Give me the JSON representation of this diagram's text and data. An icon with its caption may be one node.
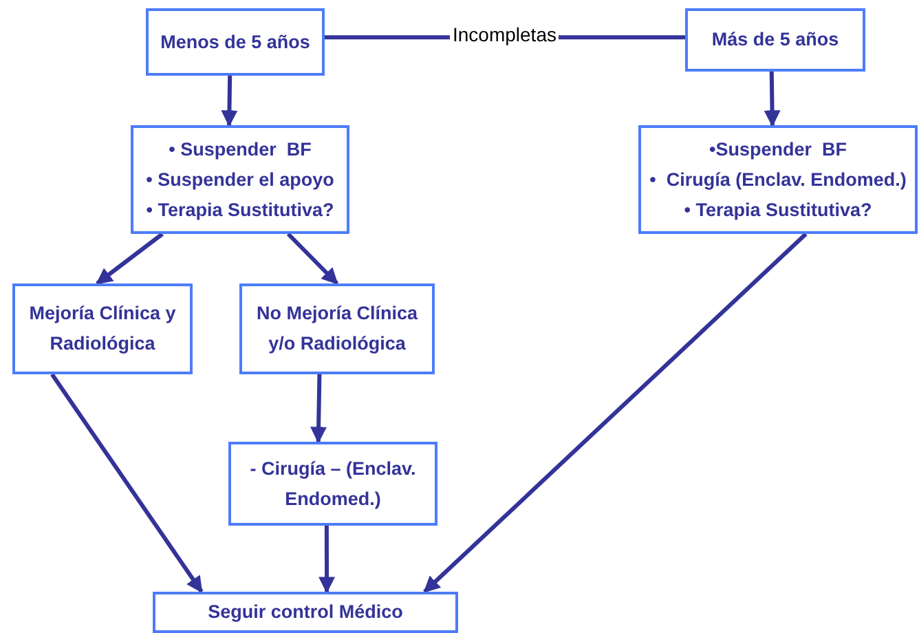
{
  "diagram": {
    "nodes": [
      {
        "text": [
          "Menos de 5 años"
        ]
      },
      {
        "text": [
          "Más de 5 años"
        ]
      },
      {
        "text": [
          "• Suspender  BF",
          "• Suspender el apoyo",
          "• Terapia Sustitutiva?"
        ]
      },
      {
        "text": [
          "•Suspender  BF",
          "•  Cirugía (Enclav. Endomed.)",
          "• Terapia Sustitutiva?"
        ]
      },
      {
        "text": [
          "Mejoría Clínica y Radiológica"
        ]
      },
      {
        "text": [
          "No Mejoría Clínica y/o Radiológica"
        ]
      },
      {
        "text": [
          "- Cirugía – (Enclav. Endomed.)"
        ]
      },
      {
        "text": [
          "Seguir control Médico"
        ]
      }
    ],
    "edges": [
      {
        "from": 0,
        "to": 1,
        "arrow": "none",
        "label": "Incompletas"
      },
      {
        "from": 0,
        "to": 2,
        "arrow": "to"
      },
      {
        "from": 1,
        "to": 3,
        "arrow": "to"
      },
      {
        "from": 2,
        "to": 4,
        "arrow": "to"
      },
      {
        "from": 2,
        "to": 5,
        "arrow": "to"
      },
      {
        "from": 5,
        "to": 6,
        "arrow": "to"
      },
      {
        "from": 4,
        "to": 7,
        "arrow": "to"
      },
      {
        "from": 6,
        "to": 7,
        "arrow": "to"
      },
      {
        "from": 3,
        "to": 7,
        "arrow": "to"
      }
    ]
  }
}
